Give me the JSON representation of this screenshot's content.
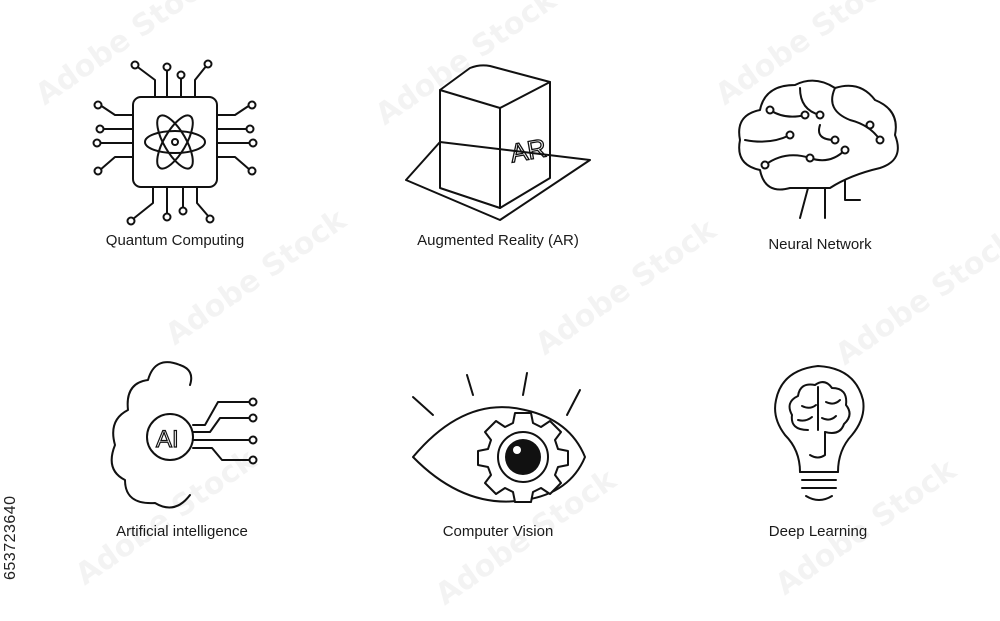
{
  "stock_id": "653723640",
  "watermark_text": "Adobe Stock",
  "icons": [
    {
      "label": "Quantum Computing",
      "icon": "quantum-chip-icon"
    },
    {
      "label": "Augmented Reality (AR)",
      "icon": "ar-cube-icon",
      "cube_text": "AR"
    },
    {
      "label": "Neural Network",
      "icon": "neural-brain-icon"
    },
    {
      "label": "Artificial intelligence",
      "icon": "ai-head-icon",
      "badge_text": "AI"
    },
    {
      "label": "Computer Vision",
      "icon": "eye-gear-icon"
    },
    {
      "label": "Deep Learning",
      "icon": "lightbulb-brain-icon"
    }
  ],
  "colors": {
    "stroke": "#111111",
    "background": "#ffffff"
  }
}
